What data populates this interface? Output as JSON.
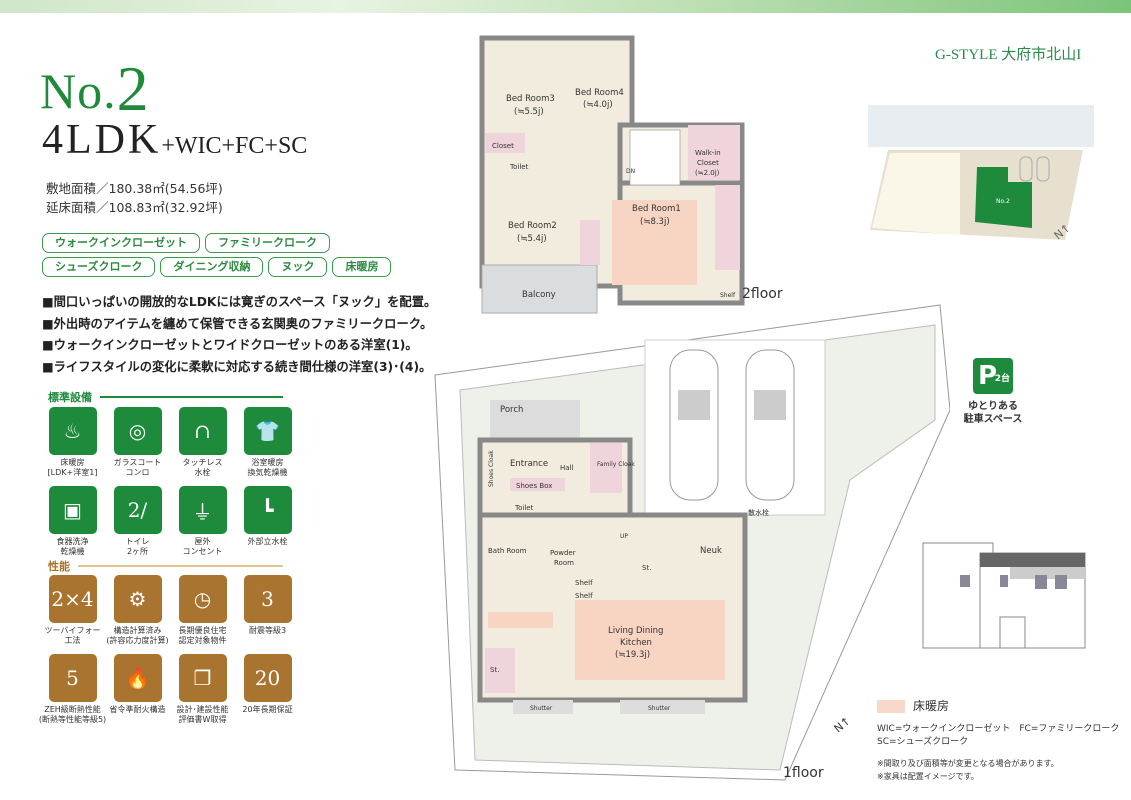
{
  "header": {
    "number_prefix": "No.",
    "number": "2",
    "layout_main": "4LDK",
    "layout_extra": "+WIC+FC+SC",
    "brand": "G-STYLE 大府市北山I"
  },
  "areas": {
    "site": "敷地面積／180.38㎡(54.56坪)",
    "floor": "延床面積／108.83㎡(32.92坪)"
  },
  "tags": [
    "ウォークインクローゼット",
    "ファミリークローク",
    "シューズクローク",
    "ダイニング収納",
    "ヌック",
    "床暖房"
  ],
  "bullets": [
    "■間口いっぱいの開放的なLDKには寛ぎのスペース「ヌック」を配置。",
    "■外出時のアイテムを纏めて保管できる玄関奥のファミリークローク。",
    "■ウォークインクローゼットとワイドクローゼットのある洋室(1)。",
    "■ライフスタイルの変化に柔軟に対応する続き間仕様の洋室(3)･(4)。"
  ],
  "equipment": {
    "heading": "標準設備",
    "accent": "#1e8a3c",
    "items": [
      {
        "icon": "floor-heating-icon",
        "glyph": "♨",
        "label1": "床暖房",
        "label2": "[LDK+洋室1]"
      },
      {
        "icon": "glass-cooktop-icon",
        "glyph": "◎",
        "label1": "ガラスコート",
        "label2": "コンロ"
      },
      {
        "icon": "touchless-faucet-icon",
        "glyph": "∩",
        "label1": "タッチレス",
        "label2": "水栓"
      },
      {
        "icon": "bathroom-dryer-icon",
        "glyph": "👕",
        "label1": "浴室暖房",
        "label2": "換気乾燥機"
      },
      {
        "icon": "dishwasher-icon",
        "glyph": "▣",
        "label1": "食器洗浄",
        "label2": "乾燥機"
      },
      {
        "icon": "toilet-icon",
        "glyph": "2/",
        "label1": "トイレ",
        "label2": "2ヶ所"
      },
      {
        "icon": "outdoor-outlet-icon",
        "glyph": "⏚",
        "label1": "屋外",
        "label2": "コンセント"
      },
      {
        "icon": "outdoor-faucet-icon",
        "glyph": "┗",
        "label1": "外部立水栓",
        "label2": ""
      }
    ]
  },
  "performance": {
    "heading": "性能",
    "accent": "#a8742f",
    "items": [
      {
        "icon": "two-by-four-icon",
        "glyph": "2×4",
        "label1": "ツーバイフォー",
        "label2": "工法"
      },
      {
        "icon": "structural-calc-icon",
        "glyph": "⚙",
        "label1": "構造計算済み",
        "label2": "(許容応力度計算)"
      },
      {
        "icon": "long-term-housing-icon",
        "glyph": "◷",
        "label1": "長期優良住宅",
        "label2": "認定対象物件"
      },
      {
        "icon": "earthquake-grade-icon",
        "glyph": "3",
        "label1": "耐震等級3",
        "label2": ""
      },
      {
        "icon": "zeh-insulation-icon",
        "glyph": "5",
        "label1": "ZEH級断熱性能",
        "label2": "(断熱等性能等級5)"
      },
      {
        "icon": "fire-resistant-icon",
        "glyph": "🔥",
        "label1": "省令準耐火構造",
        "label2": ""
      },
      {
        "icon": "documents-icon",
        "glyph": "❐",
        "label1": "設計･建設性能",
        "label2": "評価書W取得"
      },
      {
        "icon": "warranty-20-icon",
        "glyph": "20",
        "label1": "20年長期保証",
        "label2": ""
      }
    ]
  },
  "floor2": {
    "label": "2floor",
    "rooms": {
      "bed3": "Bed Room3",
      "bed3_size": "(≒5.5j)",
      "bed4": "Bed Room4",
      "bed4_size": "(≒4.0j)",
      "closet": "Closet",
      "toilet": "Toilet",
      "dn": "DN",
      "wic": "Walk-in",
      "wic2": "Closet",
      "wic_size": "(≒2.0j)",
      "bed2": "Bed Room2",
      "bed2_size": "(≒5.4j)",
      "bed1": "Bed Room1",
      "bed1_size": "(≒8.3j)",
      "balcony": "Balcony",
      "shelf": "Shelf"
    }
  },
  "floor1": {
    "label": "1floor",
    "rooms": {
      "porch": "Porch",
      "shoes_cloak": "Shoes Cloak",
      "entrance": "Entrance",
      "hall": "Hall",
      "family_cloak": "Family Cloak",
      "shoes_box": "Shoes Box",
      "toilet": "Toilet",
      "bath": "Bath Room",
      "powder": "Powder",
      "powder2": "Room",
      "up": "UP",
      "st": "St.",
      "nook": "Neuk",
      "shelf": "Shelf",
      "ldk": "Living Dining",
      "ldk2": "Kitchen",
      "ldk_size": "(≒19.3j)",
      "shutter": "Shutter",
      "faucet": "散水栓"
    }
  },
  "parking": {
    "count": "2台",
    "line1": "ゆとりある",
    "line2": "駐車スペース",
    "symbol": "P"
  },
  "siteplan": {
    "lot": "No.2"
  },
  "legend": {
    "floor_heating": "床暖房",
    "swatch_color": "#f8d8c8",
    "abbr1": "WIC=ウォークインクローゼット　FC=ファミリークローク",
    "abbr2": "SC=シューズクローク",
    "note1": "※間取り及び面積等が変更となる場合があります。",
    "note2": "※家具は配置イメージです。"
  }
}
